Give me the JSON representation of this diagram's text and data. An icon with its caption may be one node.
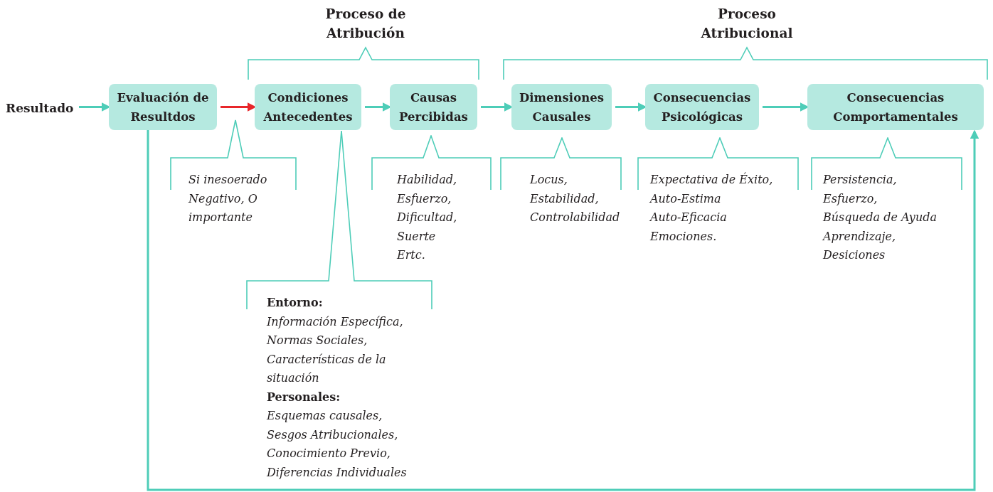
{
  "diagram": {
    "nodes": [
      {
        "text": [
          "Resultado"
        ]
      },
      {
        "text": [
          "Evaluación de Resultdos"
        ]
      },
      {
        "text": [
          "Condiciones Antecedentes"
        ]
      },
      {
        "text": [
          "Causas Percibidas"
        ]
      },
      {
        "text": [
          "Dimensiones Causales"
        ]
      },
      {
        "text": [
          "Consecuencias Psicológicas"
        ]
      },
      {
        "text": [
          "Consecuencias Comportamentales"
        ]
      },
      {
        "text": [
          "Si inesoerado Negativo, O importante"
        ]
      },
      {
        "text": [
          "Entorno:",
          "Información Específica,",
          "Normas Sociales,",
          "Características de la situación",
          "Personales:",
          "Esquemas causales,",
          "Sesgos Atribucionales,",
          "Conocimiento Previo,",
          "Diferencias Individuales"
        ]
      },
      {
        "text": [
          "Habilidad,",
          "Esfuerzo,",
          "Dificultad,",
          "Suerte",
          "Ertc."
        ]
      },
      {
        "text": [
          "Locus,",
          "Estabilidad,",
          "Controlabilidad"
        ]
      },
      {
        "text": [
          "Expectativa de Éxito,",
          "Auto-Estima",
          "Auto-Eficacia",
          "Emociones."
        ]
      },
      {
        "text": [
          "Persistencia,",
          "Esfuerzo,",
          "Búsqueda de Ayuda",
          "Aprendizaje,",
          "Desiciones"
        ]
      }
    ],
    "edges": [
      {
        "from": 0,
        "to": 1,
        "arrow": "to"
      },
      {
        "from": 1,
        "to": 2,
        "arrow": "to",
        "color": "#e8262a"
      },
      {
        "from": 2,
        "to": 3,
        "arrow": "to"
      },
      {
        "from": 3,
        "to": 4,
        "arrow": "to"
      },
      {
        "from": 4,
        "to": 5,
        "arrow": "to"
      },
      {
        "from": 5,
        "to": 6,
        "arrow": "to"
      },
      {
        "from": 1,
        "to": 6,
        "arrow": "to"
      }
    ],
    "labels": [
      "Proceso de Atribución",
      "Proceso Atribucional"
    ]
  }
}
